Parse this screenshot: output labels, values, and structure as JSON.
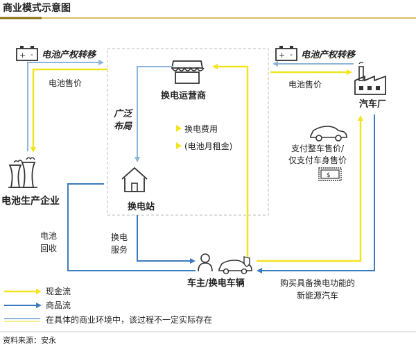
{
  "title": "商业模式示意图",
  "source": "资料来源：安永",
  "colors": {
    "cash": "#f2e520",
    "goods": "#3a7bbf",
    "title_rule": "#c9a531",
    "dashed": "#bbbbbb",
    "icon": "#333333"
  },
  "nodes": {
    "operator": "换电运营商",
    "station": "换电站",
    "owner": "车主/换电车辆",
    "battery_maker": "电池生产企业",
    "automaker": "汽车厂"
  },
  "labels": {
    "transfer_left": "电池产权转移",
    "transfer_right": "电池产权转移",
    "price_left": "电池售价",
    "price_right": "电池售价",
    "wide_layout_1": "广泛",
    "wide_layout_2": "布局",
    "fee_1": "换电费用",
    "fee_2": "(电池月租金)",
    "car_price_1": "支付整车售价/",
    "car_price_2": "仅支付车身售价",
    "recycle_1": "电池",
    "recycle_2": "回收",
    "service_1": "换电",
    "service_2": "服务",
    "buy_1": "购买具备换电功能的",
    "buy_2": "新能源汽车"
  },
  "legend": [
    {
      "label": "现金流",
      "color": "#f2e520"
    },
    {
      "label": "商品流",
      "color": "#3a7bbf"
    },
    {
      "label": "在具体的商业环境中，该过程不一定实际存在",
      "color": "mixed"
    }
  ],
  "icons": [
    "battery-icon",
    "shop-icon",
    "house-icon",
    "factory-icon",
    "power-plant-icon",
    "car-icon",
    "money-icon",
    "person-icon",
    "shield-car-icon"
  ]
}
